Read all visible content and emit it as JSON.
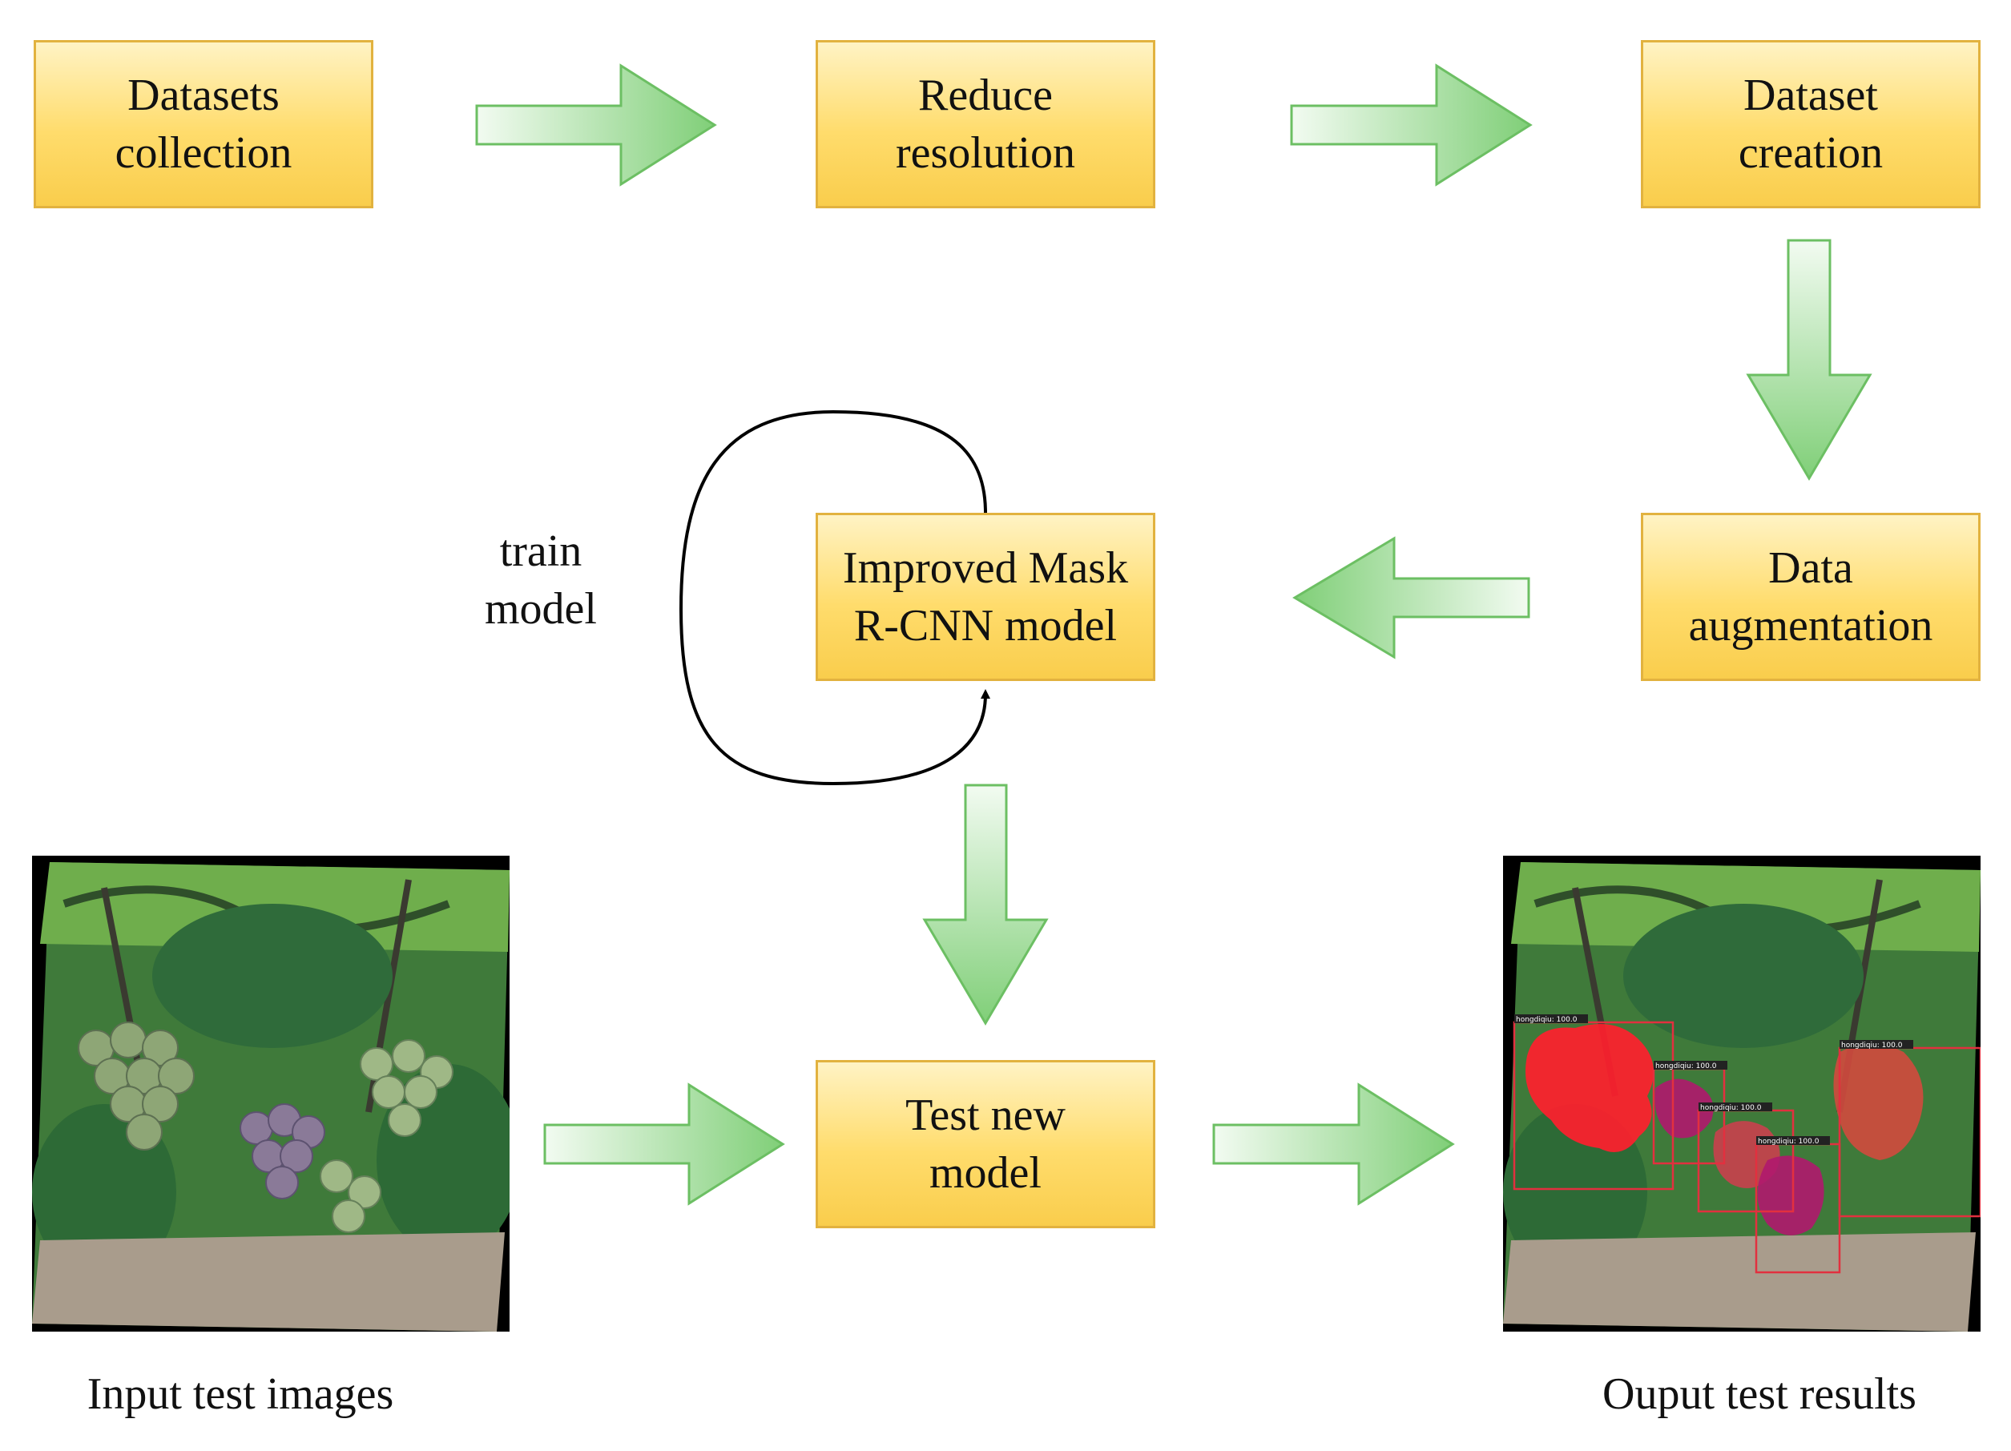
{
  "steps": {
    "datasets_collection": [
      "Datasets",
      "collection"
    ],
    "reduce_resolution": [
      "Reduce",
      "resolution"
    ],
    "dataset_creation": [
      "Dataset",
      "creation"
    ],
    "data_augmentation": [
      "Data",
      "augmentation"
    ],
    "improved_model": [
      "Improved Mask",
      "R-CNN model"
    ],
    "test_new_model": [
      "Test new",
      "model"
    ]
  },
  "loop_label": [
    "train",
    "model"
  ],
  "captions": {
    "input": "Input test images",
    "output": "Ouput test results"
  },
  "detections": [
    {
      "label": "hongdiqiu: 100.0",
      "color": "#ff1f2e"
    },
    {
      "label": "hongdiqiu: 100.0",
      "color": "#b0186e"
    },
    {
      "label": "hongdiqiu: 100.0",
      "color": "#c9404e"
    },
    {
      "label": "hongdiqiu: 100.0",
      "color": "#b0186e"
    },
    {
      "label": "hongdiqiu: 100.0",
      "color": "#d14a3e"
    }
  ],
  "colors": {
    "box_border": "#e2b23f",
    "box_fill": "#ffdc6c",
    "arrow_fill": "#8fd68a",
    "arrow_stroke": "#6cbf63"
  }
}
